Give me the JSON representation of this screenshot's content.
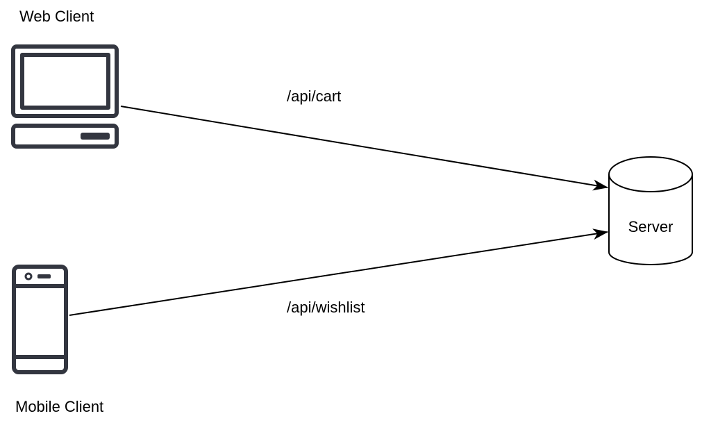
{
  "nodes": {
    "web_client": {
      "label": "Web Client",
      "icon": "desktop-computer-icon"
    },
    "mobile_client": {
      "label": "Mobile Client",
      "icon": "mobile-phone-icon"
    },
    "server": {
      "label": "Server",
      "icon": "cylinder-database"
    }
  },
  "edges": [
    {
      "from": "Web Client",
      "to": "Server",
      "label": "/api/cart"
    },
    {
      "from": "Mobile Client",
      "to": "Server",
      "label": "/api/wishlist"
    }
  ],
  "colors": {
    "icon": "#333640",
    "line": "#000000"
  }
}
